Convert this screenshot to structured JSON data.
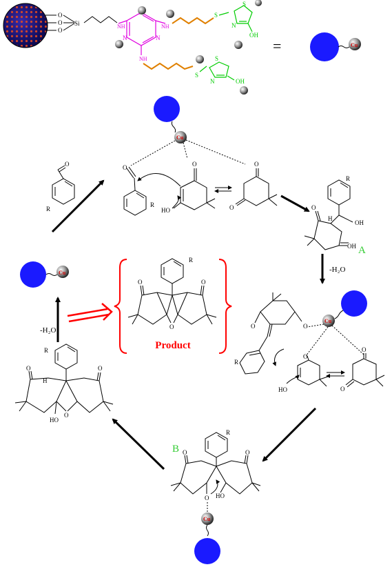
{
  "catalyst_header": {
    "silica_atoms": [
      "O",
      "O",
      "O",
      "Si"
    ],
    "triazine_atoms": [
      "N",
      "N",
      "N",
      "NH",
      "NH",
      "NH"
    ],
    "thiazole_atoms": [
      "S",
      "S",
      "N",
      "OH",
      "S",
      "S",
      "N",
      "OH"
    ],
    "equals_sign": "=",
    "metal_label": "Cu"
  },
  "labels": {
    "metal": "Cu",
    "intermediate_a": "A",
    "intermediate_b": "B",
    "dehydration_right": "-H₂O",
    "dehydration_left": "-H₂O",
    "product_title": "Product",
    "substituent": "R",
    "oxygen": "O",
    "hydroxyl": "OH",
    "hydroxyl_left": "HO",
    "hydrogen": "H"
  },
  "colors": {
    "sphere": "#1a1aff",
    "triazine": "#e000e0",
    "linker": "#e08000",
    "thiazole": "#00cc00",
    "red": "#ff0000",
    "green_label": "#33cc33",
    "copper_text": "#cc0000"
  },
  "icons": {
    "support_sphere": "blue-sphere-icon",
    "metal_ball": "copper-ball-icon",
    "nanoparticle": "mesoporous-nanoparticle-icon"
  }
}
